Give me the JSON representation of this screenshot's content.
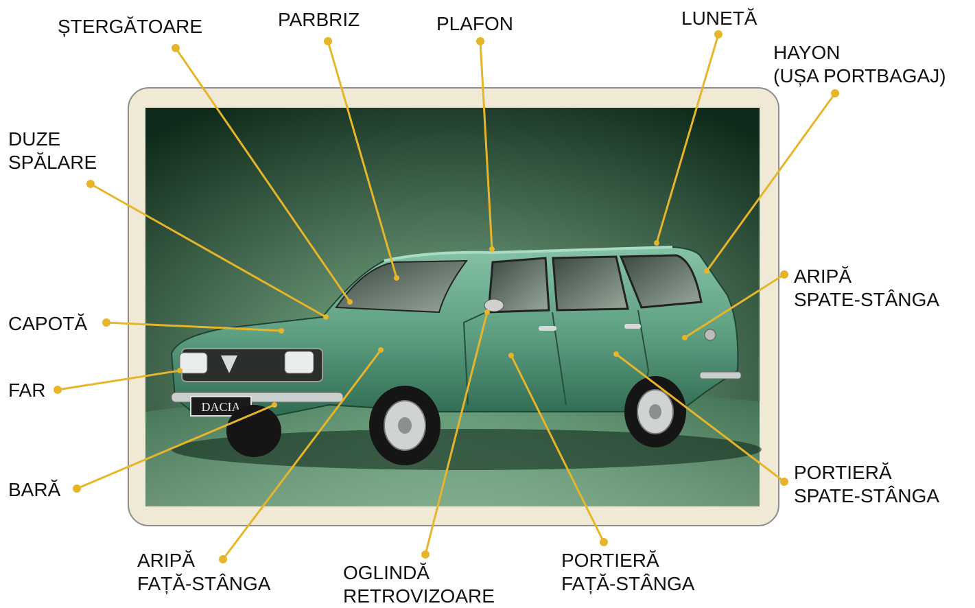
{
  "colors": {
    "frame_fill": "#efe9d6",
    "frame_stroke": "#8c8c8c",
    "leader": "#e7b52a",
    "car_body": "#63a88a",
    "background_dark": "#0f2a1a",
    "background_light": "#8cbf98",
    "label_text": "#111111"
  },
  "image": {
    "subject": "car-photo",
    "plate_text": "DACIA"
  },
  "labels": [
    {
      "id": "stergatoare",
      "lines": [
        "ȘTERGĂTOARE"
      ]
    },
    {
      "id": "parbriz",
      "lines": [
        "PARBRIZ"
      ]
    },
    {
      "id": "plafon",
      "lines": [
        "PLAFON"
      ]
    },
    {
      "id": "luneta",
      "lines": [
        "LUNETĂ"
      ]
    },
    {
      "id": "hayon",
      "lines": [
        "HAYON",
        "(UȘA PORTBAGAJ)"
      ]
    },
    {
      "id": "duze",
      "lines": [
        "DUZE",
        "SPĂLARE"
      ]
    },
    {
      "id": "capota",
      "lines": [
        "CAPOTĂ"
      ]
    },
    {
      "id": "far",
      "lines": [
        "FAR"
      ]
    },
    {
      "id": "bara",
      "lines": [
        "BARĂ"
      ]
    },
    {
      "id": "aripa-spate",
      "lines": [
        "ARIPĂ",
        "SPATE-STÂNGA"
      ]
    },
    {
      "id": "portiera-spate",
      "lines": [
        "PORTIERĂ",
        "SPATE-STÂNGA"
      ]
    },
    {
      "id": "aripa-fata",
      "lines": [
        "ARIPĂ",
        "FAȚĂ-STÂNGA"
      ]
    },
    {
      "id": "oglinda",
      "lines": [
        "OGLINDĂ",
        "RETROVIZOARE"
      ]
    },
    {
      "id": "portiera-fata",
      "lines": [
        "PORTIERĂ",
        "FAȚĂ-STÂNGA"
      ]
    }
  ]
}
